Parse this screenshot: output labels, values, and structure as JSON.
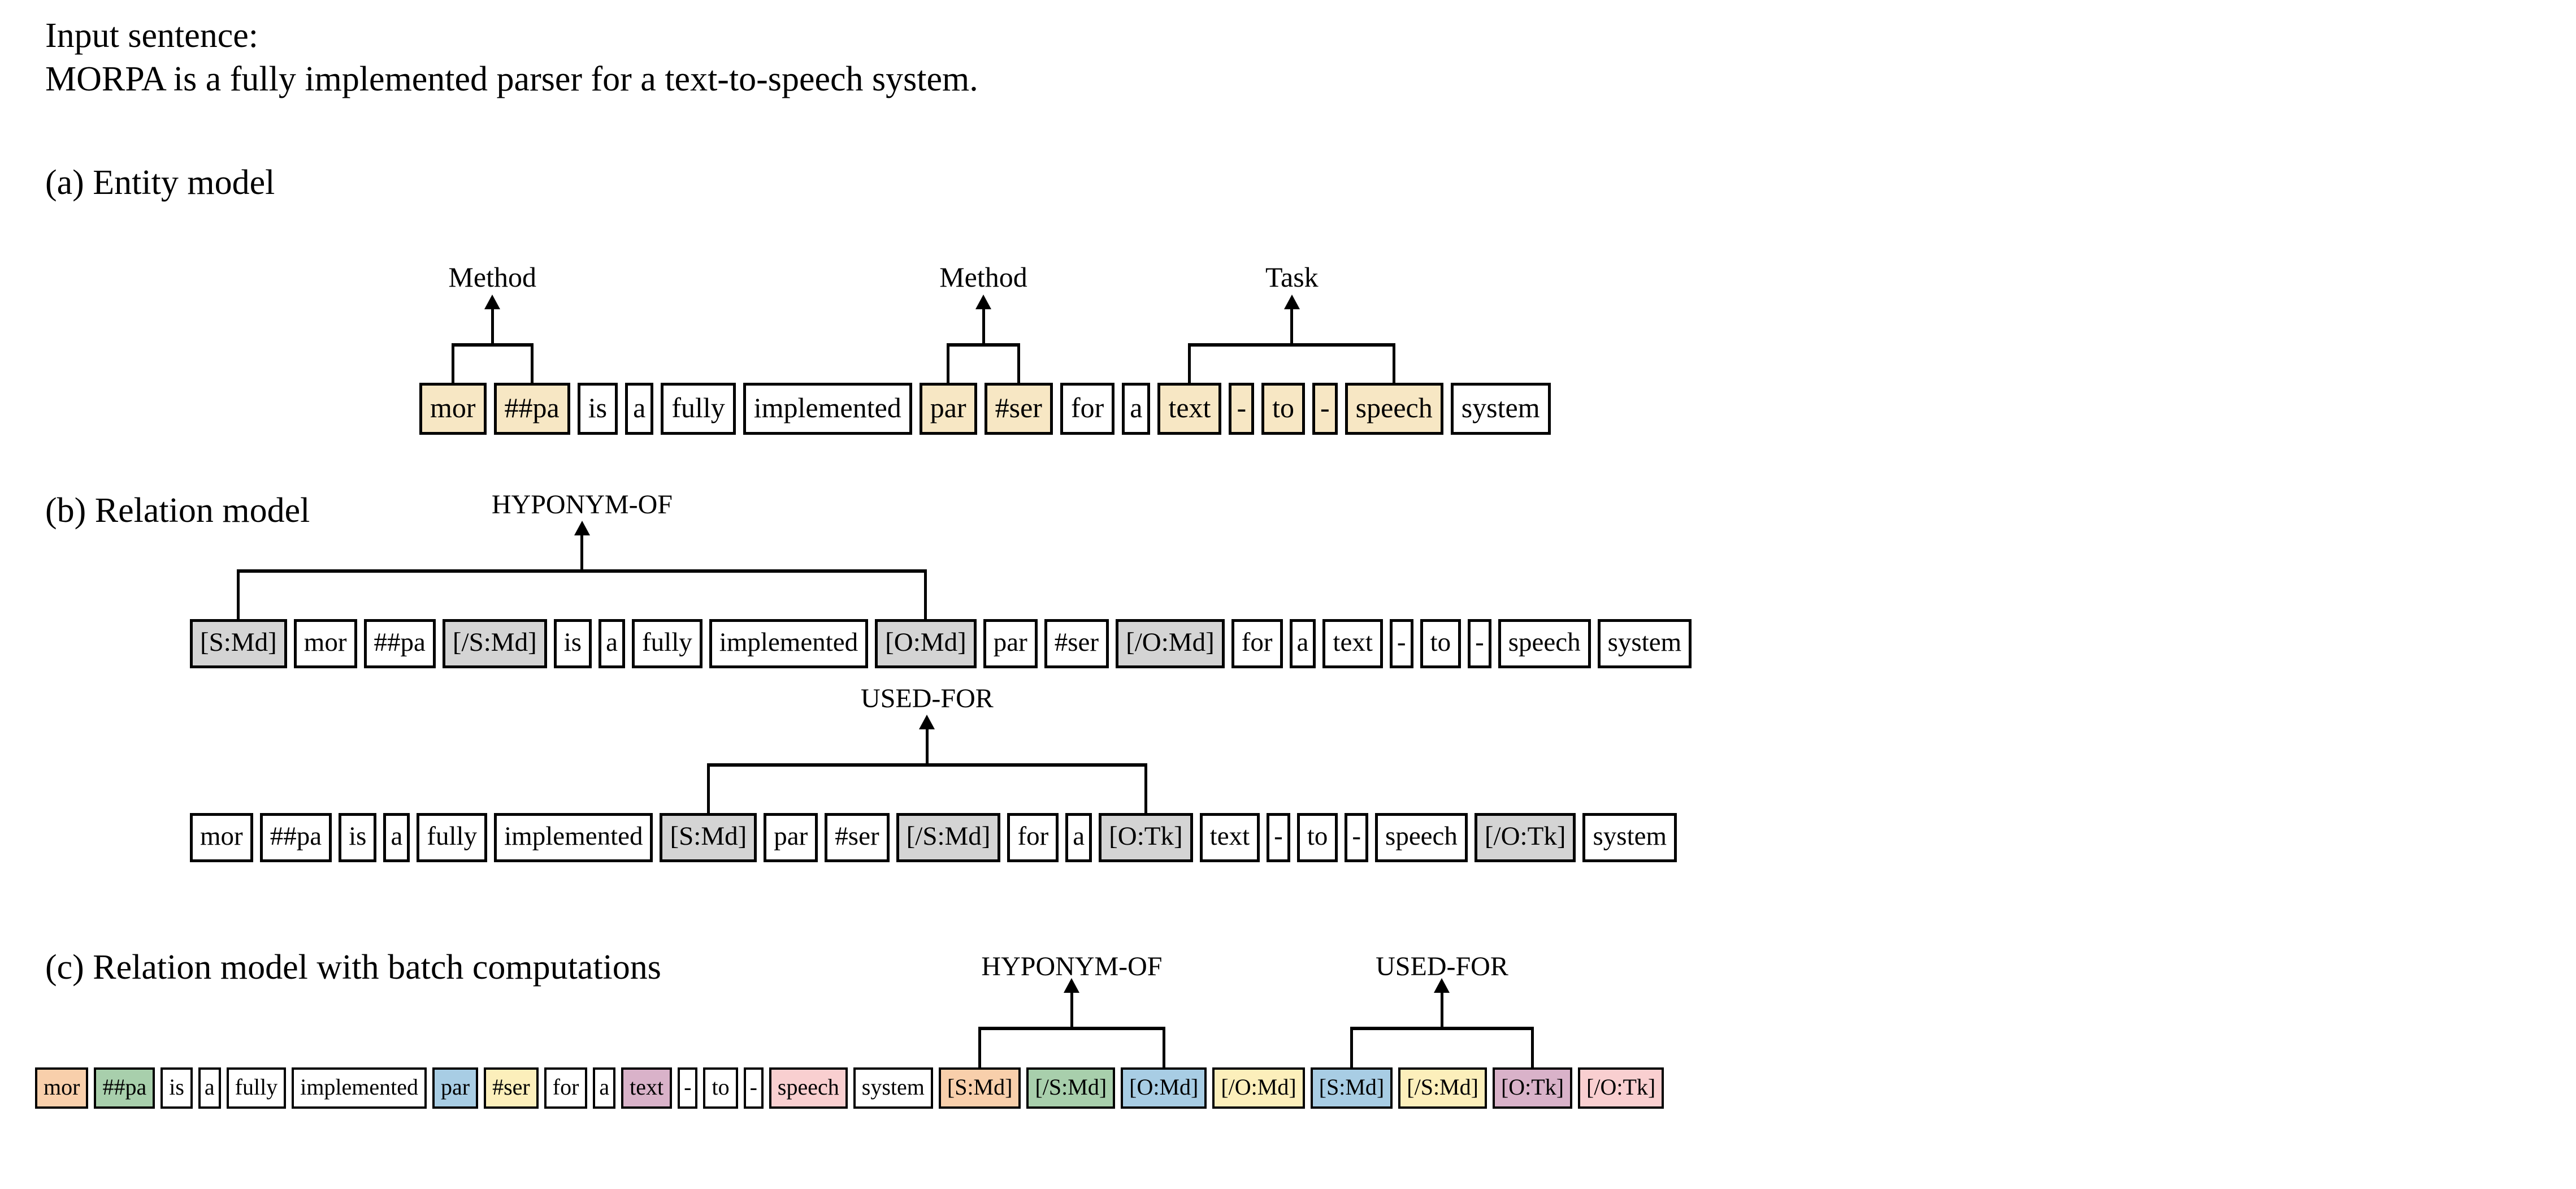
{
  "header": {
    "input_label": "Input sentence:",
    "input_sentence": "MORPA is a fully implemented parser for a text-to-speech system."
  },
  "colors": {
    "entity_highlight": "#F7E7C4",
    "marker_gray": "#D4D4D4",
    "peach": "#F8CFAB",
    "green": "#A8CFAC",
    "blue": "#A8CDE4",
    "yellow": "#FCEFBB",
    "mauve": "#D9B2C9",
    "pink": "#F9CFD0",
    "box_border": "#000000",
    "background": "#FFFFFF"
  },
  "sections": {
    "a": {
      "caption": "(a) Entity model",
      "tokens": [
        {
          "text": "mor",
          "fill": "entity"
        },
        {
          "text": "##pa",
          "fill": "entity"
        },
        {
          "text": "is",
          "fill": "none"
        },
        {
          "text": "a",
          "fill": "none"
        },
        {
          "text": "fully",
          "fill": "none"
        },
        {
          "text": "implemented",
          "fill": "none"
        },
        {
          "text": "par",
          "fill": "entity"
        },
        {
          "text": "#ser",
          "fill": "entity"
        },
        {
          "text": "for",
          "fill": "none"
        },
        {
          "text": "a",
          "fill": "none"
        },
        {
          "text": "text",
          "fill": "entity"
        },
        {
          "text": "-",
          "fill": "entity"
        },
        {
          "text": "to",
          "fill": "entity"
        },
        {
          "text": "-",
          "fill": "entity"
        },
        {
          "text": "speech",
          "fill": "entity"
        },
        {
          "text": "system",
          "fill": "none"
        }
      ],
      "spans": [
        {
          "label": "Method",
          "start": 0,
          "end": 1
        },
        {
          "label": "Method",
          "start": 6,
          "end": 7
        },
        {
          "label": "Task",
          "start": 10,
          "end": 14
        }
      ]
    },
    "b": {
      "caption": "(b) Relation model",
      "row1": {
        "tokens": [
          {
            "text": "[S:Md]",
            "fill": "gray"
          },
          {
            "text": "mor",
            "fill": "none"
          },
          {
            "text": "##pa",
            "fill": "none"
          },
          {
            "text": "[/S:Md]",
            "fill": "gray"
          },
          {
            "text": "is",
            "fill": "none"
          },
          {
            "text": "a",
            "fill": "none"
          },
          {
            "text": "fully",
            "fill": "none"
          },
          {
            "text": "implemented",
            "fill": "none"
          },
          {
            "text": "[O:Md]",
            "fill": "gray"
          },
          {
            "text": "par",
            "fill": "none"
          },
          {
            "text": "#ser",
            "fill": "none"
          },
          {
            "text": "[/O:Md]",
            "fill": "gray"
          },
          {
            "text": "for",
            "fill": "none"
          },
          {
            "text": "a",
            "fill": "none"
          },
          {
            "text": "text",
            "fill": "none"
          },
          {
            "text": "-",
            "fill": "none"
          },
          {
            "text": "to",
            "fill": "none"
          },
          {
            "text": "-",
            "fill": "none"
          },
          {
            "text": "speech",
            "fill": "none"
          },
          {
            "text": "system",
            "fill": "none"
          }
        ],
        "relation": {
          "label": "HYPONYM-OF",
          "left_index": 0,
          "right_index": 8
        }
      },
      "row2": {
        "tokens": [
          {
            "text": "mor",
            "fill": "none"
          },
          {
            "text": "##pa",
            "fill": "none"
          },
          {
            "text": "is",
            "fill": "none"
          },
          {
            "text": "a",
            "fill": "none"
          },
          {
            "text": "fully",
            "fill": "none"
          },
          {
            "text": "implemented",
            "fill": "none"
          },
          {
            "text": "[S:Md]",
            "fill": "gray"
          },
          {
            "text": "par",
            "fill": "none"
          },
          {
            "text": "#ser",
            "fill": "none"
          },
          {
            "text": "[/S:Md]",
            "fill": "gray"
          },
          {
            "text": "for",
            "fill": "none"
          },
          {
            "text": "a",
            "fill": "none"
          },
          {
            "text": "[O:Tk]",
            "fill": "gray"
          },
          {
            "text": "text",
            "fill": "none"
          },
          {
            "text": "-",
            "fill": "none"
          },
          {
            "text": "to",
            "fill": "none"
          },
          {
            "text": "-",
            "fill": "none"
          },
          {
            "text": "speech",
            "fill": "none"
          },
          {
            "text": "[/O:Tk]",
            "fill": "gray"
          },
          {
            "text": "system",
            "fill": "none"
          }
        ],
        "relation": {
          "label": "USED-FOR",
          "left_index": 6,
          "right_index": 12
        }
      }
    },
    "c": {
      "caption": "(c) Relation model with batch computations",
      "tokens": [
        {
          "text": "mor",
          "fill": "peach"
        },
        {
          "text": "##pa",
          "fill": "green"
        },
        {
          "text": "is",
          "fill": "none"
        },
        {
          "text": "a",
          "fill": "none"
        },
        {
          "text": "fully",
          "fill": "none"
        },
        {
          "text": "implemented",
          "fill": "none"
        },
        {
          "text": "par",
          "fill": "blue"
        },
        {
          "text": "#ser",
          "fill": "yellow"
        },
        {
          "text": "for",
          "fill": "none"
        },
        {
          "text": "a",
          "fill": "none"
        },
        {
          "text": "text",
          "fill": "mauve"
        },
        {
          "text": "-",
          "fill": "none"
        },
        {
          "text": "to",
          "fill": "none"
        },
        {
          "text": "-",
          "fill": "none"
        },
        {
          "text": "speech",
          "fill": "pink"
        },
        {
          "text": "system",
          "fill": "none"
        },
        {
          "text": "[S:Md]",
          "fill": "peach"
        },
        {
          "text": "[/S:Md]",
          "fill": "green"
        },
        {
          "text": "[O:Md]",
          "fill": "blue"
        },
        {
          "text": "[/O:Md]",
          "fill": "yellow"
        },
        {
          "text": "[S:Md]",
          "fill": "blue"
        },
        {
          "text": "[/S:Md]",
          "fill": "yellow"
        },
        {
          "text": "[O:Tk]",
          "fill": "mauve"
        },
        {
          "text": "[/O:Tk]",
          "fill": "pink"
        }
      ],
      "relations": [
        {
          "label": "HYPONYM-OF",
          "left_index": 16,
          "right_index": 18
        },
        {
          "label": "USED-FOR",
          "left_index": 20,
          "right_index": 22
        }
      ]
    }
  }
}
